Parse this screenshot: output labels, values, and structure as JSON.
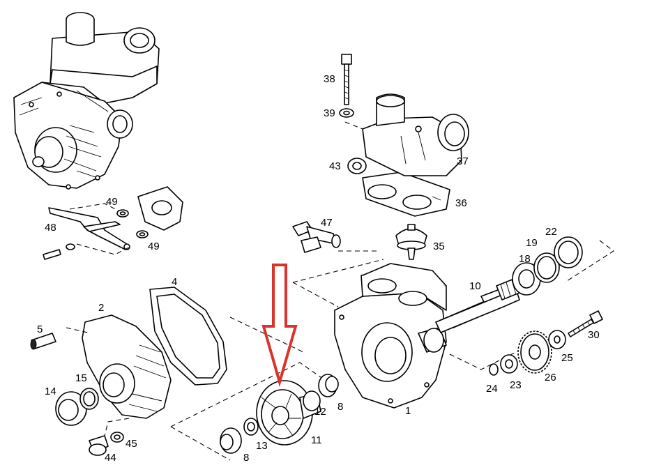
{
  "diagram": {
    "labels": {
      "p1": "1",
      "p2": "2",
      "p4": "4",
      "p5": "5",
      "p8a": "8",
      "p8b": "8",
      "p10": "10",
      "p11": "11",
      "p12": "12",
      "p13": "13",
      "p14": "14",
      "p15": "15",
      "p18": "18",
      "p19": "19",
      "p22": "22",
      "p23": "23",
      "p24": "24",
      "p25": "25",
      "p26": "26",
      "p30": "30",
      "p35": "35",
      "p36": "36",
      "p37": "37",
      "p38": "38",
      "p39": "39",
      "p43": "43",
      "p44": "44",
      "p45": "45",
      "p47": "47",
      "p48": "48",
      "p49a": "49",
      "p49b": "49"
    },
    "colors": {
      "line": "#000000",
      "arrow": "#d9342b",
      "background": "#ffffff"
    }
  }
}
